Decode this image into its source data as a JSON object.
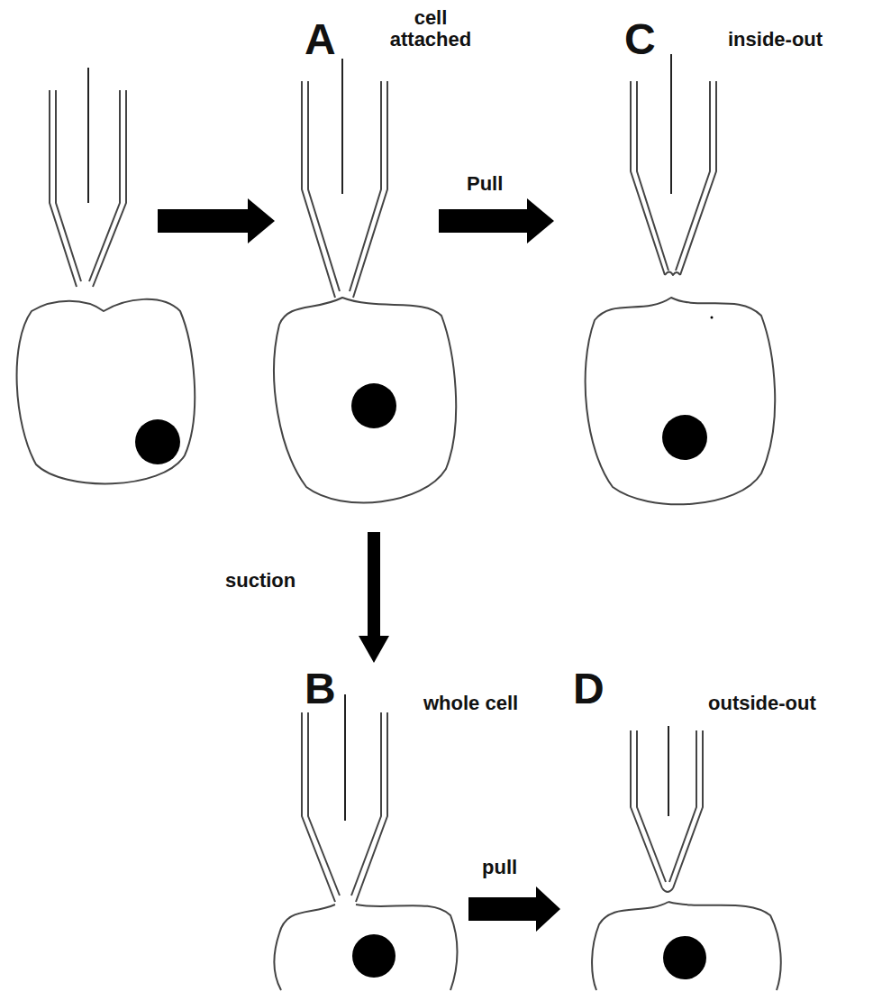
{
  "diagram": {
    "labels": [
      "A",
      "cell attached",
      "C",
      "inside-out",
      "Pull",
      "suction",
      "B",
      "whole cell",
      "D",
      "outside-out",
      "pull"
    ]
  }
}
